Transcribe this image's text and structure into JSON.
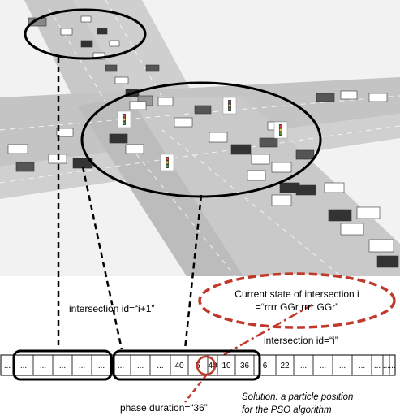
{
  "labels": {
    "intersection_next": "intersection id=“i+1”",
    "current_state_line1": "Current state of intersection i",
    "current_state_line2": "=“rrrr GGr rrrr GGr”",
    "intersection_current": "intersection id=“i”",
    "phase_duration": "phase duration=“36”",
    "solution_line1": "Solution: a particle position",
    "solution_line2": "for the PSO algorithm"
  },
  "particle_vector": {
    "cells": [
      "...",
      "...",
      "...",
      "...",
      "...",
      "...",
      "...",
      "...",
      "...",
      "40",
      "5",
      "40",
      "10",
      "36",
      "6",
      "22",
      "...",
      "...",
      "...",
      "...",
      "...",
      "...",
      "..."
    ],
    "highlighted_value": "10"
  },
  "colors": {
    "highlight_red": "#c0392b",
    "road": "#bdbdbd",
    "background": "#ffffff"
  }
}
